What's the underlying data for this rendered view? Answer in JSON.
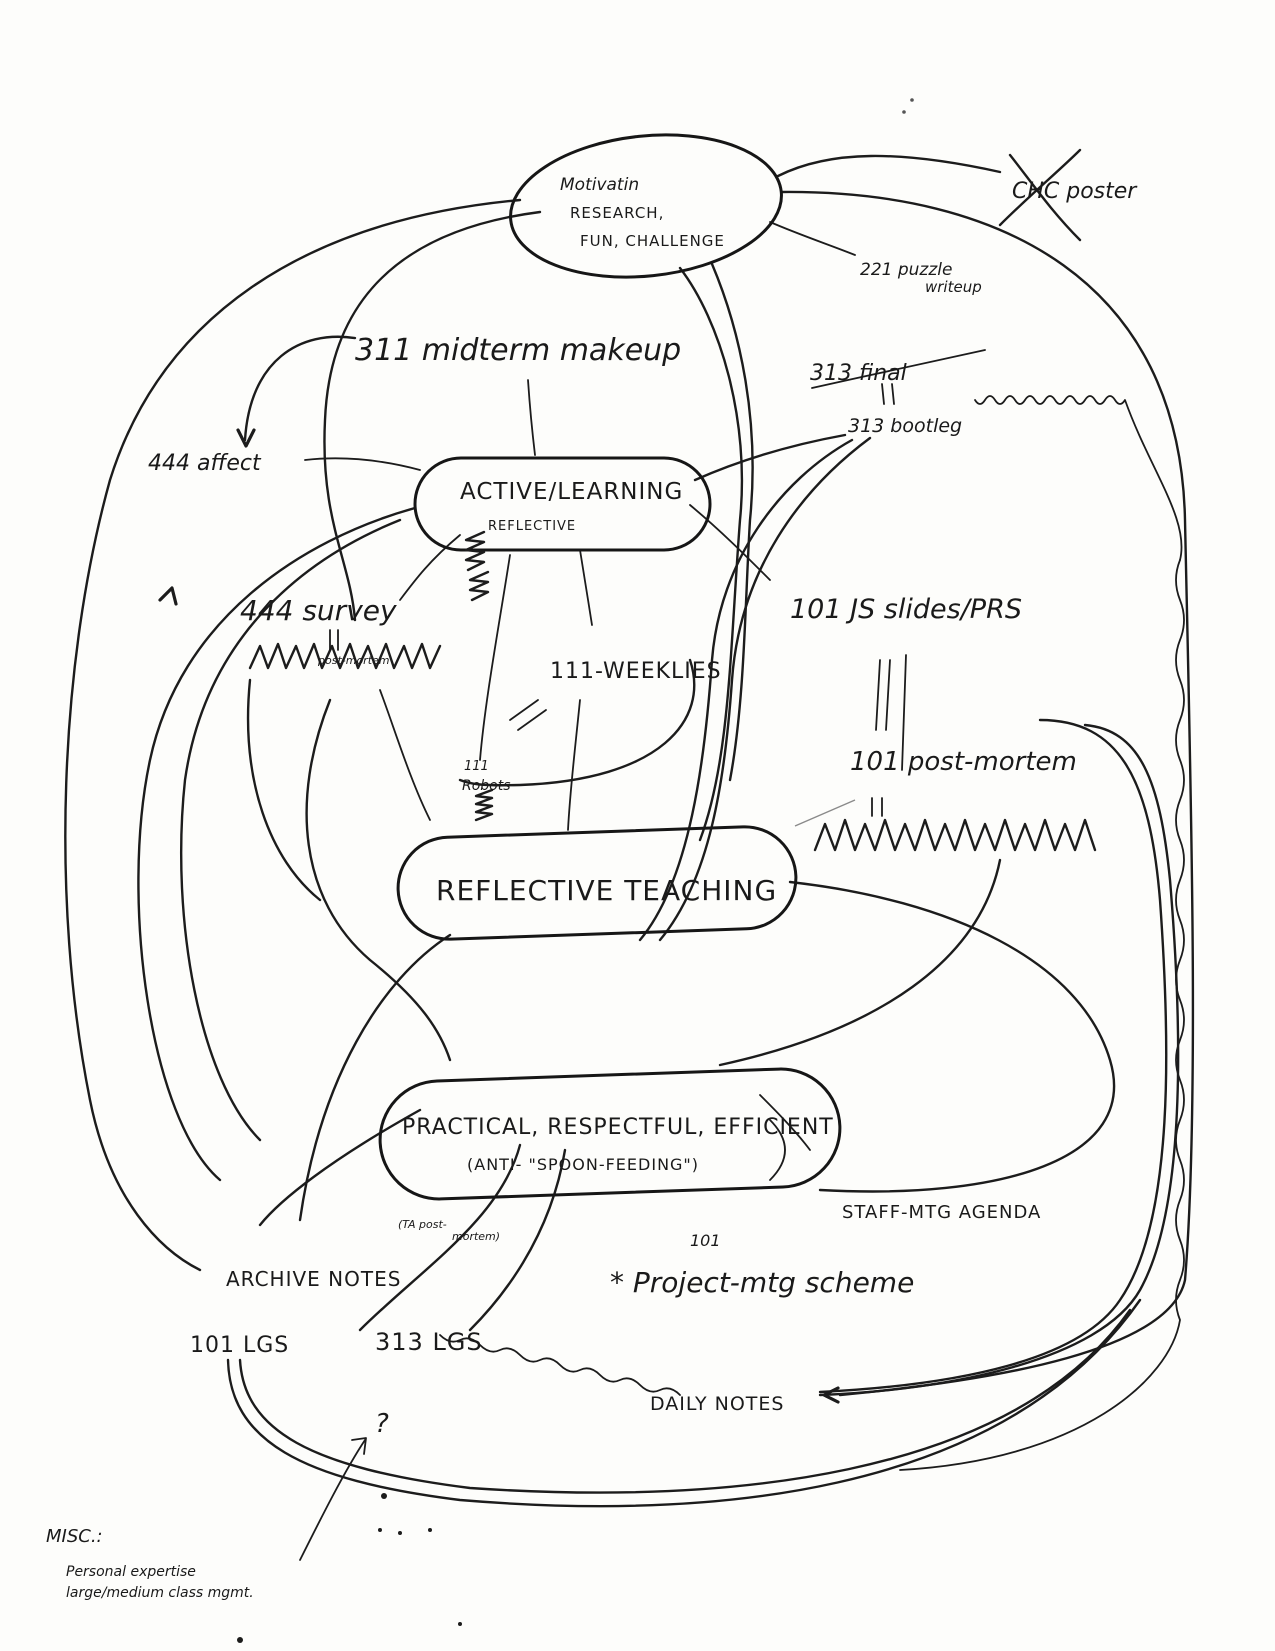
{
  "nodes": {
    "motivation": {
      "line1": "Motivatin",
      "line2": "RESEARCH,",
      "line3": "FUN, CHALLENGE"
    },
    "active_learning": {
      "line1": "ACTIVE/LEARNING",
      "line2": "REFLECTIVE"
    },
    "reflective_teaching": {
      "line1": "REFLECTIVE TEACHING"
    },
    "practical": {
      "line1": "PRACTICAL, RESPECTFUL, EFFICIENT",
      "line2": "(ANTI- \"SPOON-FEEDING\")"
    }
  },
  "labels": {
    "chc_poster": "CHC poster",
    "puzzle_221_l1": "221 puzzle",
    "puzzle_221_l2": "writeup",
    "midterm_311": "311 midterm makeup",
    "final_313": "313 final",
    "bootleg_313": "313 bootleg",
    "affect_444": "444 affect",
    "survey_444": "444 survey",
    "post_mortem_444": "post-mortem",
    "weeklies_111": "111-WEEKLIES",
    "robots_111_l1": "111",
    "robots_111_l2": "Robots",
    "js_slides_101": "101 JS slides/PRS",
    "post_mortem_101": "101 post-mortem",
    "ta_post_mortem_l1": "(TA post-",
    "ta_post_mortem_l2": "mortem)",
    "staff_mtg": "STAFF-MTG AGENDA",
    "archive_notes": "ARCHIVE NOTES",
    "project_mtg_sup": "101",
    "project_mtg": "* Project-mtg scheme",
    "lgs_101": "101 LGS",
    "lgs_313": "313 LGS",
    "daily_notes": "DAILY NOTES",
    "question_mark": "?",
    "misc_title": "MISC.:",
    "misc_line1": "Personal expertise",
    "misc_line2": "large/medium class mgmt."
  }
}
